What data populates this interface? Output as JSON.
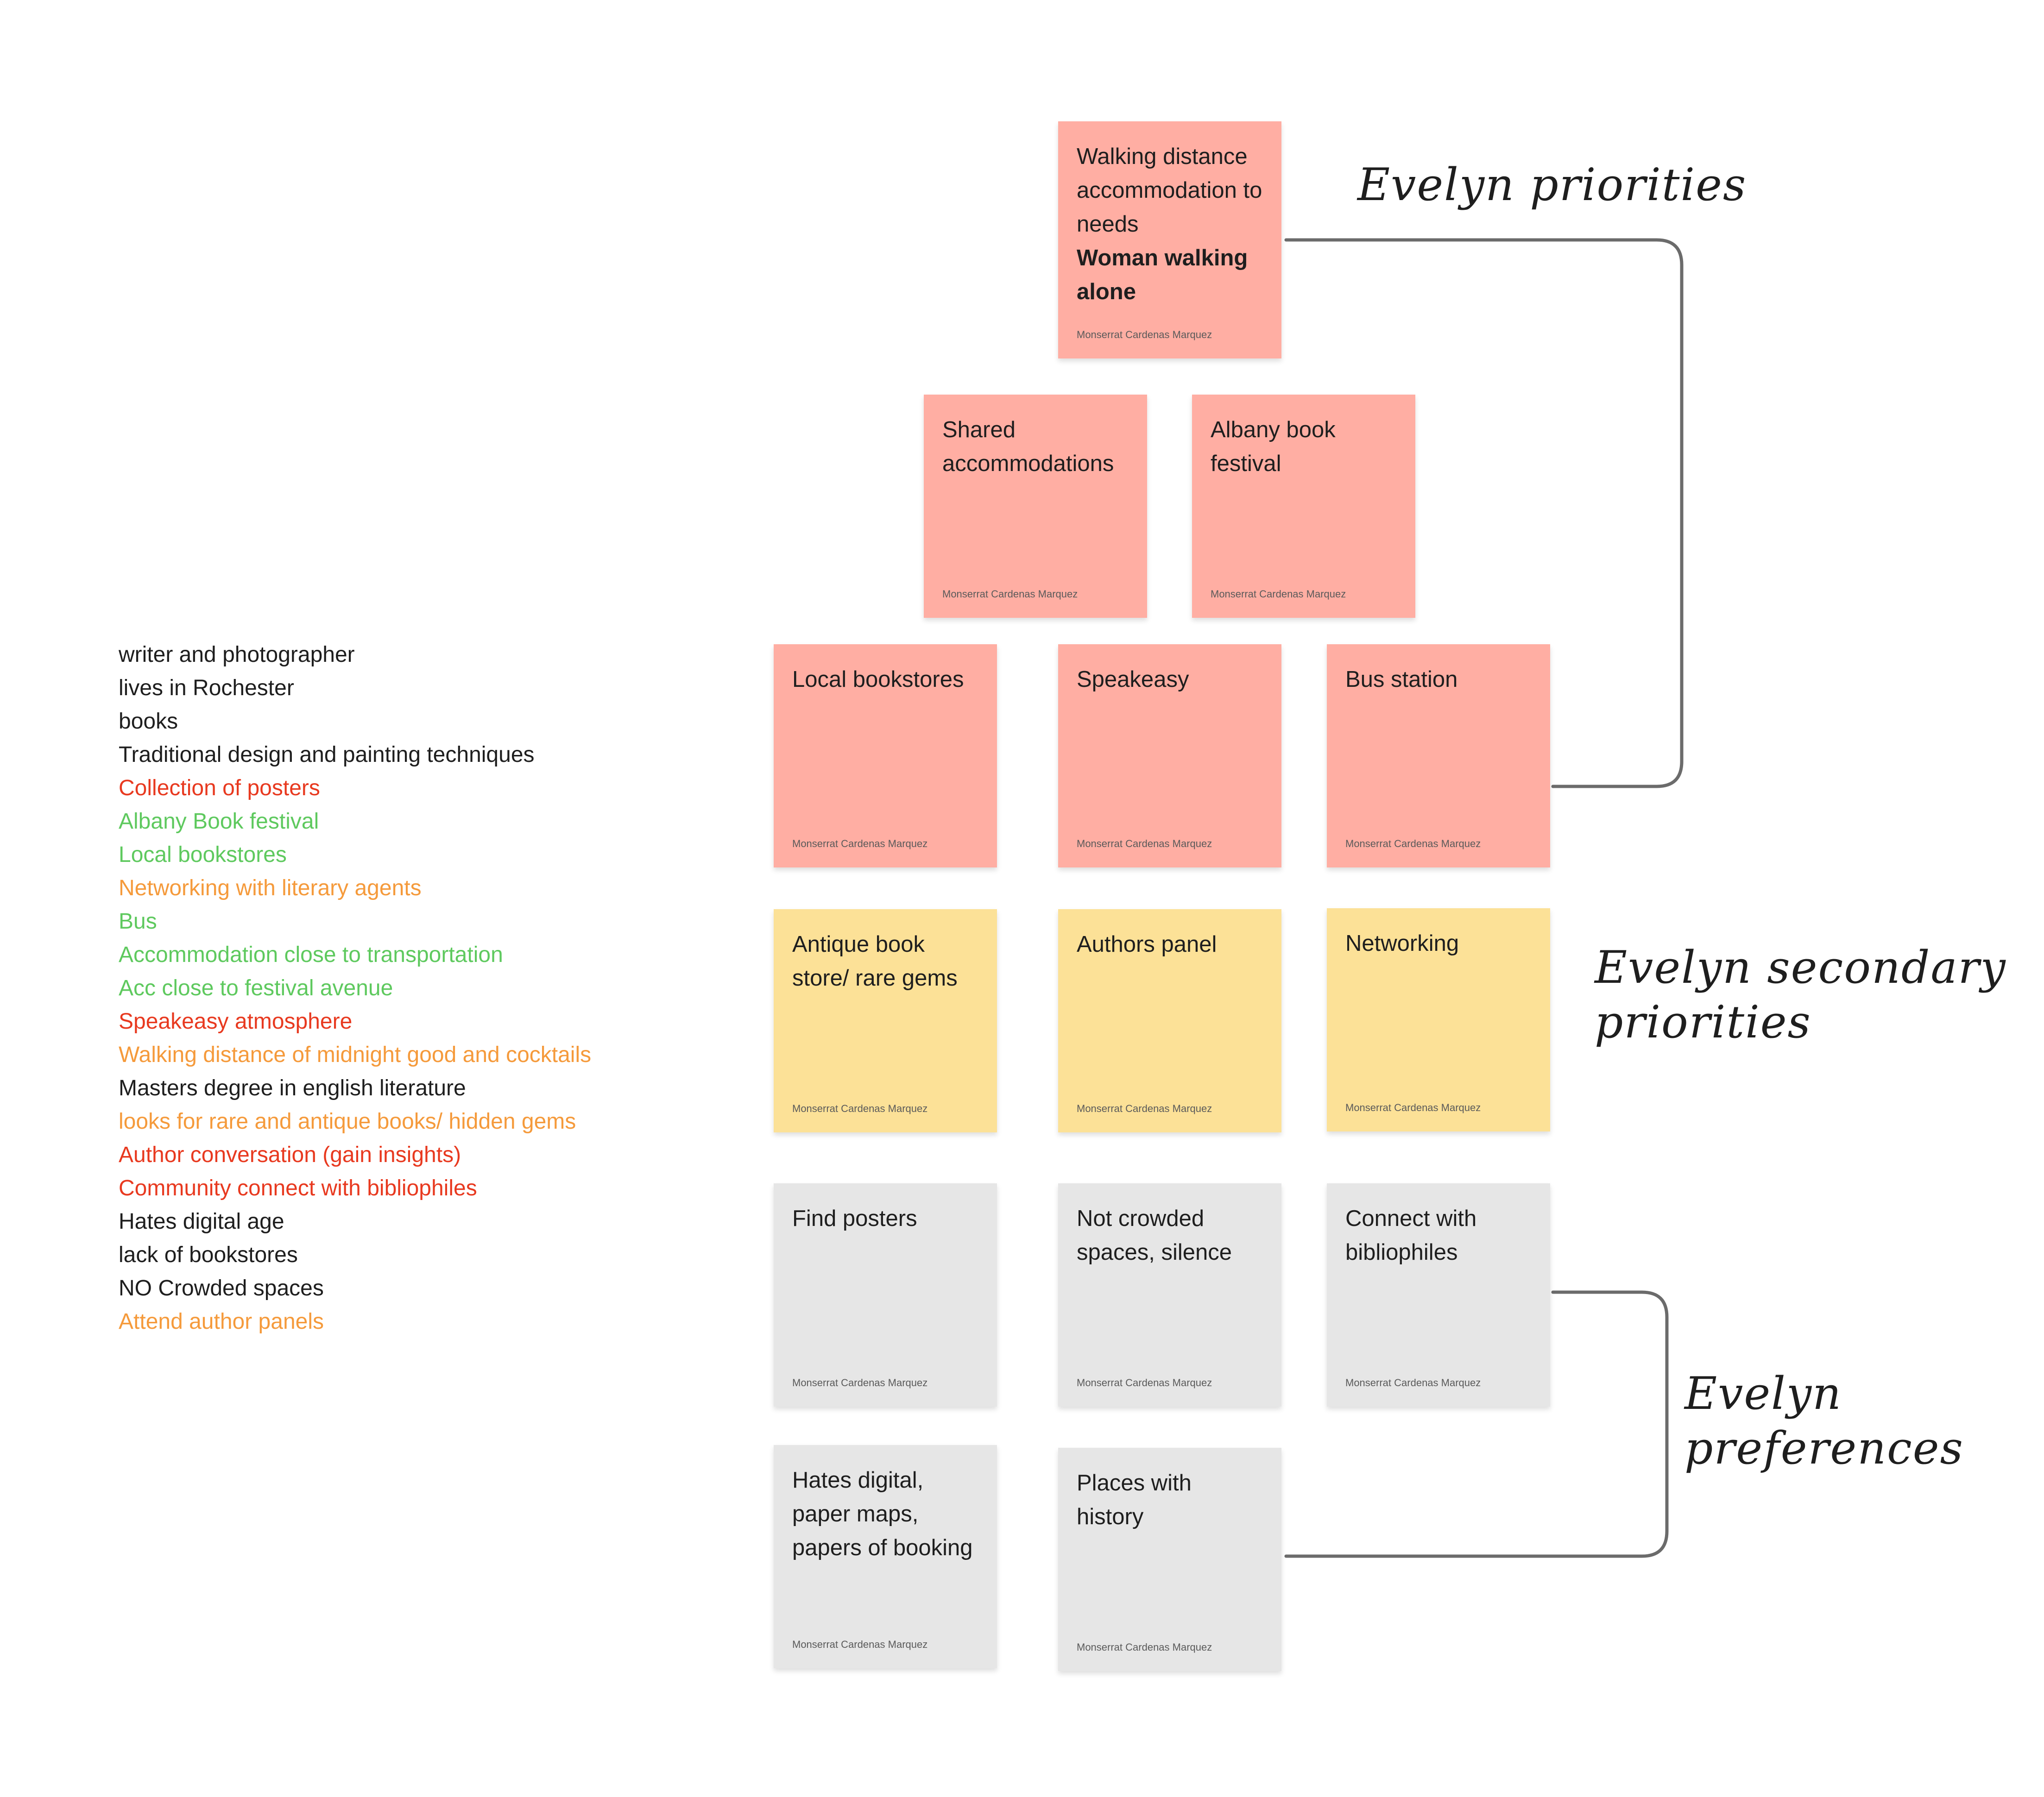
{
  "colors": {
    "black": "#1e1e1e",
    "red": "#e8391f",
    "green": "#5ec95e",
    "orange": "#f59a3b",
    "sticky_red": "#ffaea3",
    "sticky_yellow": "#fce197",
    "sticky_gray": "#e6e6e6",
    "connector": "#6b6b6b"
  },
  "notes": [
    {
      "text": "writer and photographer",
      "color": "#1e1e1e"
    },
    {
      "text": "lives in Rochester",
      "color": "#1e1e1e"
    },
    {
      "text": "books",
      "color": "#1e1e1e"
    },
    {
      "text": "Traditional design and painting techniques",
      "color": "#1e1e1e"
    },
    {
      "text": "Collection of posters",
      "color": "#e8391f"
    },
    {
      "text": "Albany Book festival",
      "color": "#5ec95e"
    },
    {
      "text": "Local bookstores",
      "color": "#5ec95e"
    },
    {
      "text": "Networking with literary agents",
      "color": "#f59a3b"
    },
    {
      "text": "Bus",
      "color": "#5ec95e"
    },
    {
      "text": "Accommodation close to transportation",
      "color": "#5ec95e"
    },
    {
      "text": "Acc close to festival avenue",
      "color": "#5ec95e"
    },
    {
      "text": "Speakeasy atmosphere",
      "color": "#e8391f"
    },
    {
      "text": "Walking distance of midnight good and cocktails",
      "color": "#f59a3b"
    },
    {
      "text": "Masters degree in english literature",
      "color": "#1e1e1e"
    },
    {
      "text": "looks for rare and antique books/ hidden gems",
      "color": "#f59a3b"
    },
    {
      "text": "Author conversation (gain insights)",
      "color": "#e8391f"
    },
    {
      "text": "Community connect with bibliophiles",
      "color": "#e8391f"
    },
    {
      "text": "Hates digital age",
      "color": "#1e1e1e"
    },
    {
      "text": "lack of bookstores",
      "color": "#1e1e1e"
    },
    {
      "text": "NO Crowded spaces",
      "color": "#1e1e1e"
    },
    {
      "text": "Attend author panels",
      "color": "#f59a3b"
    }
  ],
  "stickies": {
    "walking": {
      "text": "Walking distance accommodation to needs",
      "bold": "Woman walking alone",
      "author": "Monserrat Cardenas Marquez"
    },
    "shared": {
      "text": "Shared accommodations",
      "author": "Monserrat Cardenas Marquez"
    },
    "albany": {
      "text": "Albany book festival",
      "author": "Monserrat Cardenas Marquez"
    },
    "local": {
      "text": "Local bookstores",
      "author": "Monserrat Cardenas Marquez"
    },
    "speakeasy": {
      "text": "Speakeasy",
      "author": "Monserrat Cardenas Marquez"
    },
    "bus": {
      "text": "Bus station",
      "author": "Monserrat Cardenas Marquez"
    },
    "antique": {
      "text": "Antique book store/ rare gems",
      "author": "Monserrat Cardenas Marquez"
    },
    "authors": {
      "text": "Authors panel",
      "author": "Monserrat Cardenas Marquez"
    },
    "networking": {
      "text": "Networking",
      "author": "Monserrat Cardenas Marquez"
    },
    "posters": {
      "text": "Find posters",
      "author": "Monserrat Cardenas Marquez"
    },
    "crowded": {
      "text": "Not crowded spaces, silence",
      "author": "Monserrat Cardenas Marquez"
    },
    "connect": {
      "text": "Connect with bibliophiles",
      "author": "Monserrat Cardenas Marquez"
    },
    "digital": {
      "text": "Hates digital, paper maps, papers of booking",
      "author": "Monserrat Cardenas Marquez"
    },
    "history": {
      "text": "Places with history",
      "author": "Monserrat Cardenas Marquez"
    }
  },
  "labels": {
    "priorities": "Evelyn priorities",
    "secondary_line1": "Evelyn secondary",
    "secondary_line2": "priorities",
    "preferences_line1": "Evelyn",
    "preferences_line2": "preferences"
  }
}
